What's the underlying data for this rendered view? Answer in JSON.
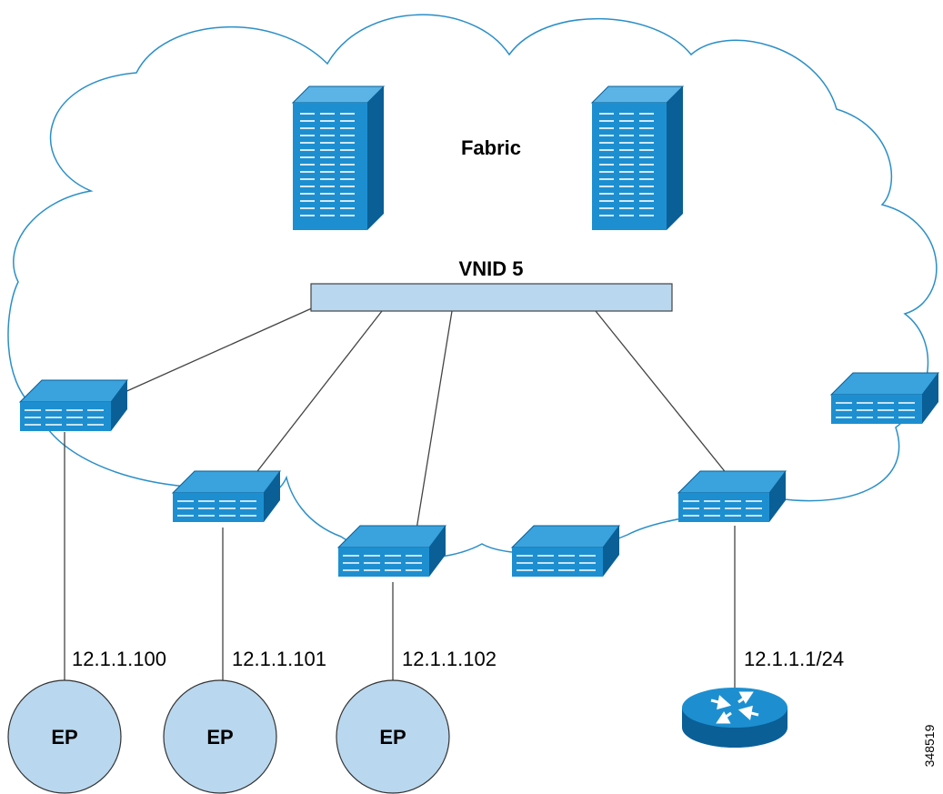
{
  "fabric_label": "Fabric",
  "vnid_label": "VNID 5",
  "endpoints": [
    {
      "label": "EP",
      "ip": "12.1.1.100"
    },
    {
      "label": "EP",
      "ip": "12.1.1.101"
    },
    {
      "label": "EP",
      "ip": "12.1.1.102"
    }
  ],
  "router": {
    "ip": "12.1.1.1/24"
  },
  "figure_id": "348519",
  "icons": {
    "spine": "spine-switch-icon",
    "leaf": "leaf-switch-icon",
    "router": "router-icon",
    "endpoint": "endpoint-icon"
  },
  "colors": {
    "cloud_outline": "#2a8fc8",
    "device_blue": "#1d8fd0",
    "device_dark": "#0a5f96",
    "bar_fill": "#b9d7ee",
    "endpoint_fill": "#b9d7ee",
    "link": "#444444"
  }
}
